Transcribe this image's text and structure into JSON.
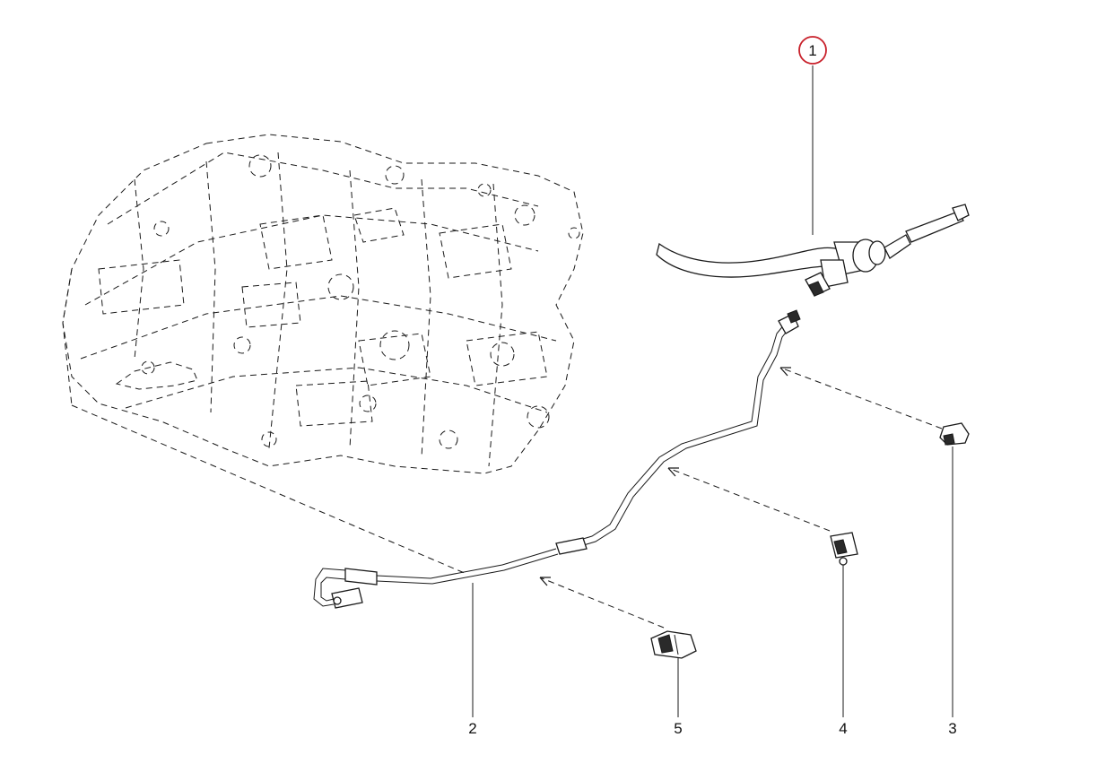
{
  "callouts": [
    {
      "id": "1",
      "label": "1",
      "highlighted": true
    },
    {
      "id": "2",
      "label": "2"
    },
    {
      "id": "3",
      "label": "3"
    },
    {
      "id": "4",
      "label": "4"
    },
    {
      "id": "5",
      "label": "5"
    }
  ],
  "colors": {
    "line": "#1a1a1a",
    "highlight_circle": "#c8202a",
    "background": "#ffffff"
  }
}
